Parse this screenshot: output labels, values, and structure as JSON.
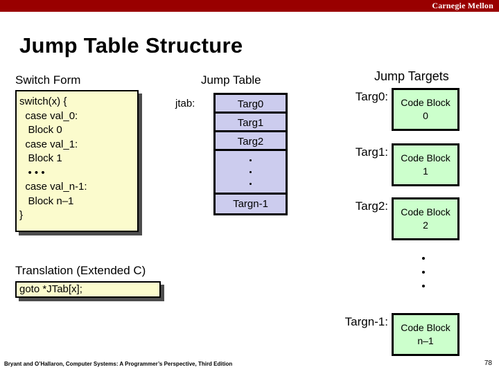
{
  "header": {
    "brand": "Carnegie Mellon",
    "bar_color": "#990000"
  },
  "title": "Jump Table Structure",
  "switch_form": {
    "heading": "Switch Form",
    "panel_color": "#fbfbcd",
    "lines": [
      "switch(x) {",
      "  case val_0:",
      "   Block 0",
      "  case val_1:",
      "   Block 1",
      "   • • •",
      "  case val_n-1:",
      "   Block n–1",
      "}"
    ]
  },
  "jump_table": {
    "heading": "Jump Table",
    "pointer_label": "jtab:",
    "cell_color": "#ccccee",
    "cells": [
      "Targ0",
      "Targ1",
      "Targ2",
      "",
      "Targn-1"
    ],
    "ellipsis_cell_index": 3
  },
  "jump_targets": {
    "heading": "Jump Targets",
    "block_color": "#ccffcc",
    "items": [
      {
        "label": "Targ0:",
        "line1": "Code Block",
        "line2": "0"
      },
      {
        "label": "Targ1:",
        "line1": "Code Block",
        "line2": "1"
      },
      {
        "label": "Targ2:",
        "line1": "Code Block",
        "line2": "2"
      },
      {
        "label": "Targn-1:",
        "line1": "Code Block",
        "line2": "n–1"
      }
    ]
  },
  "translation": {
    "heading": "Translation (Extended C)",
    "code": "goto *JTab[x];"
  },
  "footer": {
    "attribution": "Bryant and O’Hallaron, Computer Systems: A Programmer’s Perspective, Third Edition",
    "page_number": "78"
  }
}
